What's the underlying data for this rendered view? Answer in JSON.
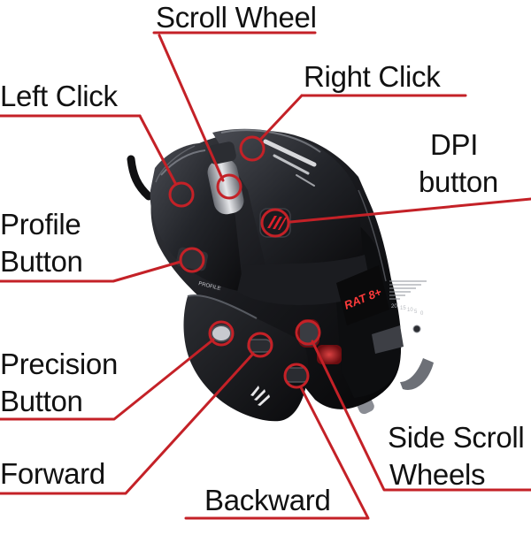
{
  "labels": {
    "scroll_wheel": "Scroll Wheel",
    "right_click": "Right Click",
    "left_click": "Left Click",
    "dpi_button_line1": "DPI",
    "dpi_button_line2": "button",
    "profile_button_line1": "Profile",
    "profile_button_line2": "Button",
    "precision_button_line1": "Precision",
    "precision_button_line2": "Button",
    "forward": "Forward",
    "backward": "Backward",
    "side_scroll_line1": "Side Scroll",
    "side_scroll_line2": "Wheels"
  },
  "mouse_text": {
    "brand": "RAT 8+",
    "profile_print": "PROFILE",
    "dpi_scale": [
      "20",
      "15",
      "10",
      "5",
      "0"
    ]
  },
  "colors": {
    "callout": "#c42127",
    "text": "#111111",
    "body_dark": "#15161a",
    "accent_red": "#e0202a"
  }
}
